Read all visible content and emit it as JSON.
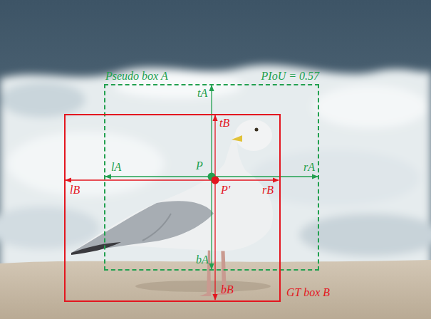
{
  "diagram": {
    "nodes": [
      {
        "text": [
          "Pseudo box A",
          "PIoU = 0.57"
        ]
      },
      {
        "text": [
          "GT box B"
        ]
      }
    ],
    "labels": [
      "tA",
      "tB",
      "lA",
      "rA",
      "lB",
      "rB",
      "P",
      "P′",
      "bA",
      "bB"
    ]
  }
}
